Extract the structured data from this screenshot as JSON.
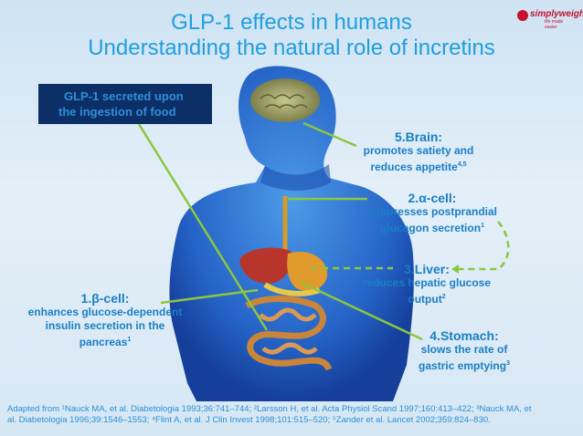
{
  "title": {
    "line1": "GLP-1 effects in humans",
    "line2": "Understanding the natural role of incretins"
  },
  "logo": {
    "text": "simplyweight",
    "tagline": "life made easier",
    "icon": "simplyweight-logo-mark"
  },
  "callout": {
    "line1": "GLP-1 secreted upon",
    "line2": "the ingestion of food"
  },
  "labels": {
    "brain": {
      "heading": "5.Brain:",
      "line1": "promotes satiety and",
      "line2": "reduces appetite",
      "sup": "4,5"
    },
    "alpha": {
      "heading": "2.α-cell:",
      "line1": "suppresses postprandial",
      "line2": "glucagon secretion",
      "sup": "1"
    },
    "liver": {
      "heading": "3.Liver:",
      "line1": "reduces hepatic glucose",
      "line2": "output",
      "sup": "2"
    },
    "beta": {
      "heading": "1.β-cell:",
      "line1": "enhances glucose-dependent",
      "line2": "insulin secretion in the",
      "line3": "pancreas",
      "sup": "1"
    },
    "stomach": {
      "heading": "4.Stomach:",
      "line1": "slows the rate of",
      "line2": "gastric emptying",
      "sup": "3"
    }
  },
  "footer": {
    "line1": "Adapted from ¹Nauck MA, et al. Diabetologia 1993;36:741–744; ²Larsson H, et al. Acta Physiol Scand 1997;160:413–422; ³Nauck MA, et",
    "line2": "al. Diabetologia 1996;39:1546–1553; ⁴Flint A, et al. J Clin Invest 1998;101:515–520; ⁵Zander et al. Lancet 2002;359:824–830."
  },
  "colors": {
    "title": "#1f9ee0",
    "label": "#1a7fc4",
    "pointer_line": "#8cc63f",
    "callout_bg": "#0b2f66",
    "body": "#2f7fd0"
  }
}
